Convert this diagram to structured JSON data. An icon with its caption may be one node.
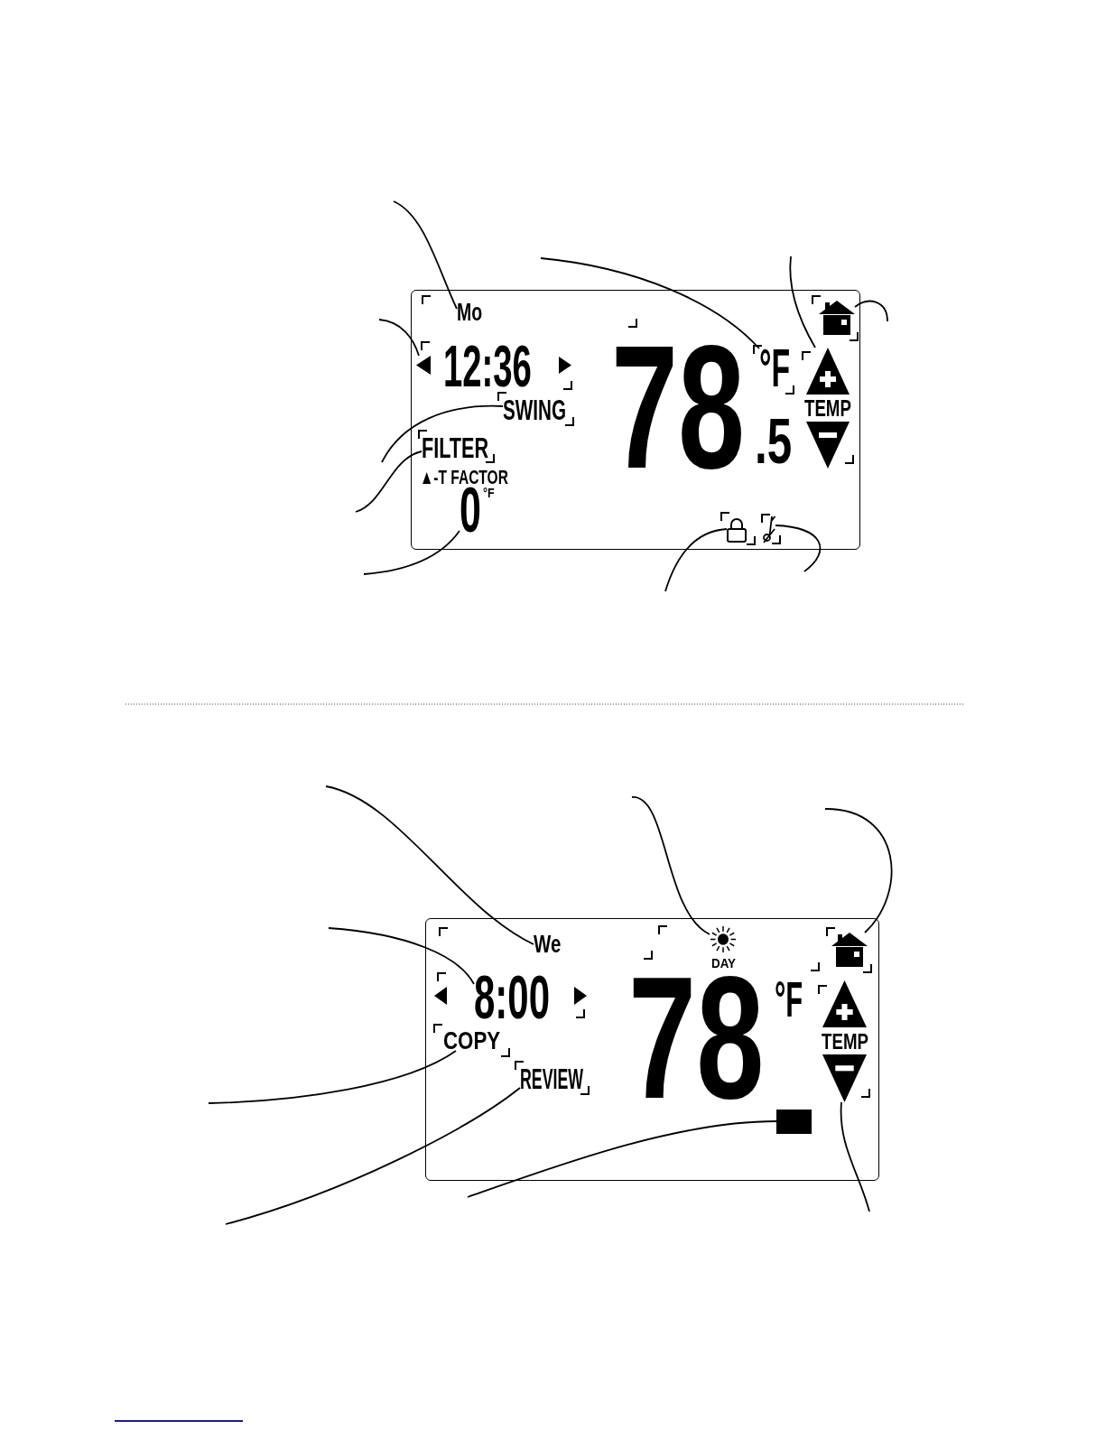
{
  "diagram": {
    "nodes": [
      {
        "text": [],
        "shape": "box"
      },
      {
        "text": [
          "Mo"
        ],
        "in": 0
      },
      {
        "text": [],
        "shape": "triangle",
        "in": 0
      },
      {
        "text": [
          "SWING"
        ],
        "in": 0
      },
      {
        "text": [
          "FILTER"
        ],
        "in": 0
      },
      {
        "text": [
          "0"
        ],
        "beside": [
          "°F"
        ],
        "in": 0
      },
      {
        "text": [
          "°F"
        ],
        "in": 0
      },
      {
        "text": [
          "TEMP"
        ],
        "in": 0
      },
      {
        "text": [],
        "shape": "house",
        "in": 0
      },
      {
        "text": [],
        "shape": "padlock",
        "in": 0
      },
      {
        "text": [],
        "shape": "note",
        "in": 0
      },
      {
        "text": [],
        "shape": "box"
      },
      {
        "text": [
          "We"
        ],
        "in": 11
      },
      {
        "text": [
          "8:00"
        ],
        "in": 11
      },
      {
        "text": [
          "DAY"
        ],
        "in": 11
      },
      {
        "text": [],
        "shape": "house",
        "in": 11
      },
      {
        "text": [
          "TEMP"
        ],
        "in": 11
      },
      {
        "text": [
          "COPY"
        ],
        "in": 11
      },
      {
        "text": [
          "REVIEW"
        ],
        "in": 11
      },
      {
        "text": [],
        "shape": "box",
        "in": 11
      }
    ],
    "edges": [
      {
        "from": null,
        "to": 1,
        "arrow": "none"
      },
      {
        "from": null,
        "to": 2,
        "arrow": "none"
      },
      {
        "from": null,
        "to": 3,
        "arrow": "none"
      },
      {
        "from": null,
        "to": 4,
        "arrow": "none"
      },
      {
        "from": null,
        "to": 5,
        "arrow": "none"
      },
      {
        "from": null,
        "to": 6,
        "arrow": "none"
      },
      {
        "from": null,
        "to": 7,
        "arrow": "none"
      },
      {
        "from": null,
        "to": 8,
        "arrow": "none"
      },
      {
        "from": null,
        "to": 9,
        "arrow": "none"
      },
      {
        "from": null,
        "to": 10,
        "arrow": "none"
      },
      {
        "from": null,
        "to": 12,
        "arrow": "none"
      },
      {
        "from": null,
        "to": 13,
        "arrow": "none"
      },
      {
        "from": null,
        "to": 14,
        "arrow": "none"
      },
      {
        "from": null,
        "to": 15,
        "arrow": "none"
      },
      {
        "from": null,
        "to": 16,
        "arrow": "none"
      },
      {
        "from": null,
        "to": 17,
        "arrow": "none"
      },
      {
        "from": null,
        "to": 18,
        "arrow": "none"
      },
      {
        "from": null,
        "to": 19,
        "arrow": "none"
      }
    ],
    "labels": [
      "12:36",
      "78",
      ".5",
      "▲-T FACTOR",
      "78",
      "°F"
    ]
  }
}
